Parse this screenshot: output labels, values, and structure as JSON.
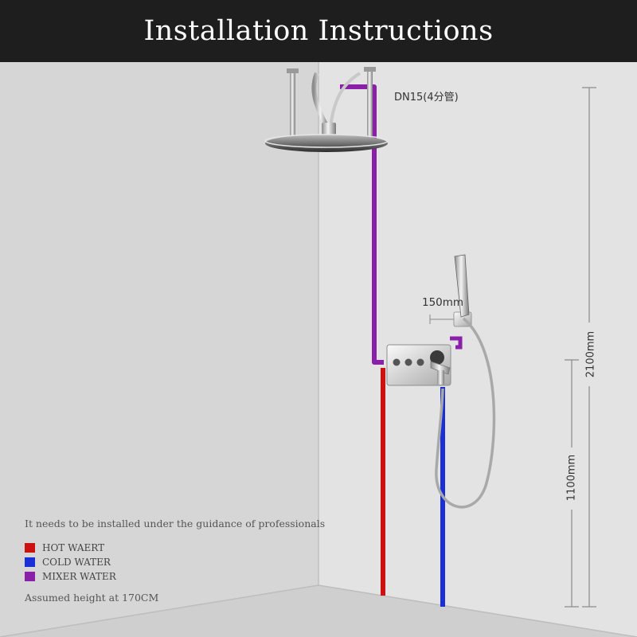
{
  "title": "Installation Instructions",
  "labels": {
    "pipe_spec": "DN15(4分管)",
    "offset": "150mm",
    "total_height": "2100mm",
    "valve_height": "1100mm"
  },
  "note": "It needs to be installed under the guidance of professionals",
  "legend": [
    {
      "label": "HOT WAERT",
      "color": "#cc1111"
    },
    {
      "label": "COLD WATER",
      "color": "#1a2fd6"
    },
    {
      "label": "MIXER WATER",
      "color": "#8a1fa8"
    }
  ],
  "assumed": "Assumed height at 170CM"
}
